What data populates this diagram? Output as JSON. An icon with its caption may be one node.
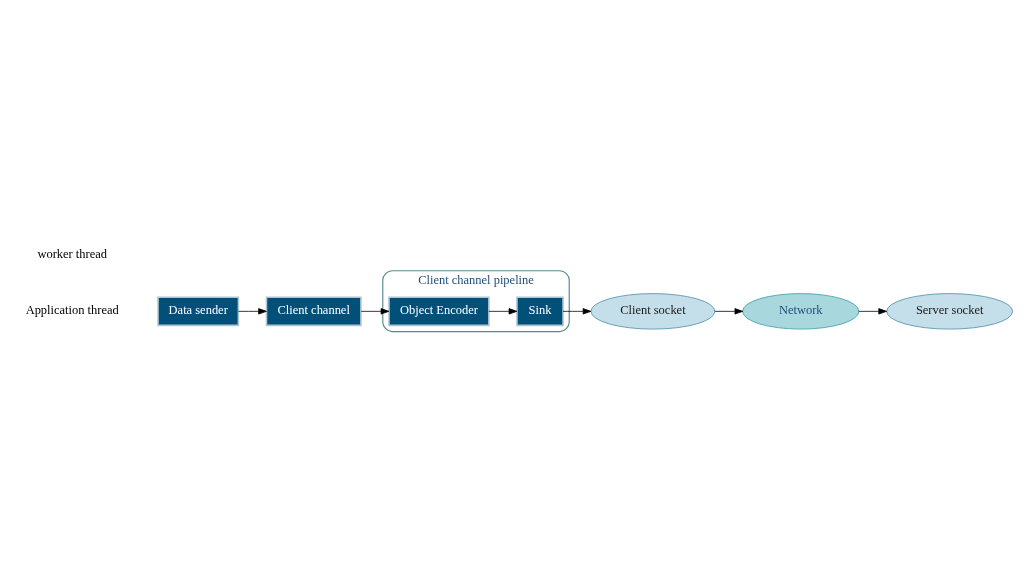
{
  "diagram": {
    "nodes": [
      {
        "text": [
          "Data sender"
        ]
      },
      {
        "text": [
          "Client channel"
        ]
      },
      {
        "text": [
          "Client channel pipeline"
        ]
      },
      {
        "text": [
          "Object Encoder"
        ],
        "in": 2
      },
      {
        "text": [
          "Sink"
        ],
        "in": 2
      },
      {
        "text": [
          "Client socket"
        ]
      },
      {
        "text": [
          "Network"
        ]
      },
      {
        "text": [
          "Server socket"
        ]
      }
    ],
    "edges": [
      {
        "from": 0,
        "to": 1,
        "arrow": "to"
      },
      {
        "from": 1,
        "to": 3,
        "arrow": "to"
      },
      {
        "from": 3,
        "to": 4,
        "arrow": "to"
      },
      {
        "from": 4,
        "to": 5,
        "arrow": "to"
      },
      {
        "from": 5,
        "to": 6,
        "arrow": "to"
      },
      {
        "from": 6,
        "to": 7,
        "arrow": "to"
      }
    ],
    "labels": [
      "Application thread",
      "worker thread"
    ]
  }
}
